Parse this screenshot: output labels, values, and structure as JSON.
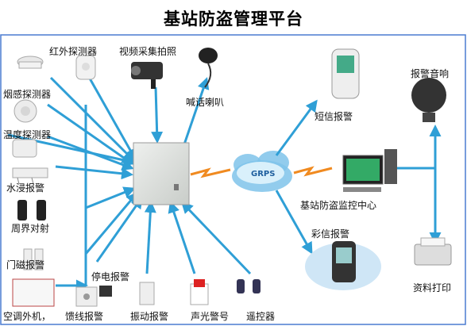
{
  "title": "基站防盗管理平台",
  "hub": {
    "label": "GRPS"
  },
  "center": {
    "label": "基站防盗监控中心"
  },
  "sensors": {
    "infrared": "红外探测器",
    "video": "视频采集拍照",
    "smoke": "烟感探测器",
    "temperature": "温度探测器",
    "water": "水浸报警",
    "perimeter": "周界对射",
    "door": "门磁报警",
    "aircon": "空调外机，",
    "feeder": "馈线报警",
    "power": "停电报警",
    "vibration": "振动报警",
    "soundlight": "声光警号",
    "remote": "遥控器",
    "speaker": "喊话喇叭"
  },
  "outputs": {
    "sms": "短信报警",
    "mms": "彩信报警",
    "alarm_sound": "报警音响",
    "print": "资料打印"
  },
  "colors": {
    "arrow": "#2f9fd6",
    "link": "#f08a20",
    "cloud": "#7fc3ea",
    "frame": "#4a7bd0"
  }
}
